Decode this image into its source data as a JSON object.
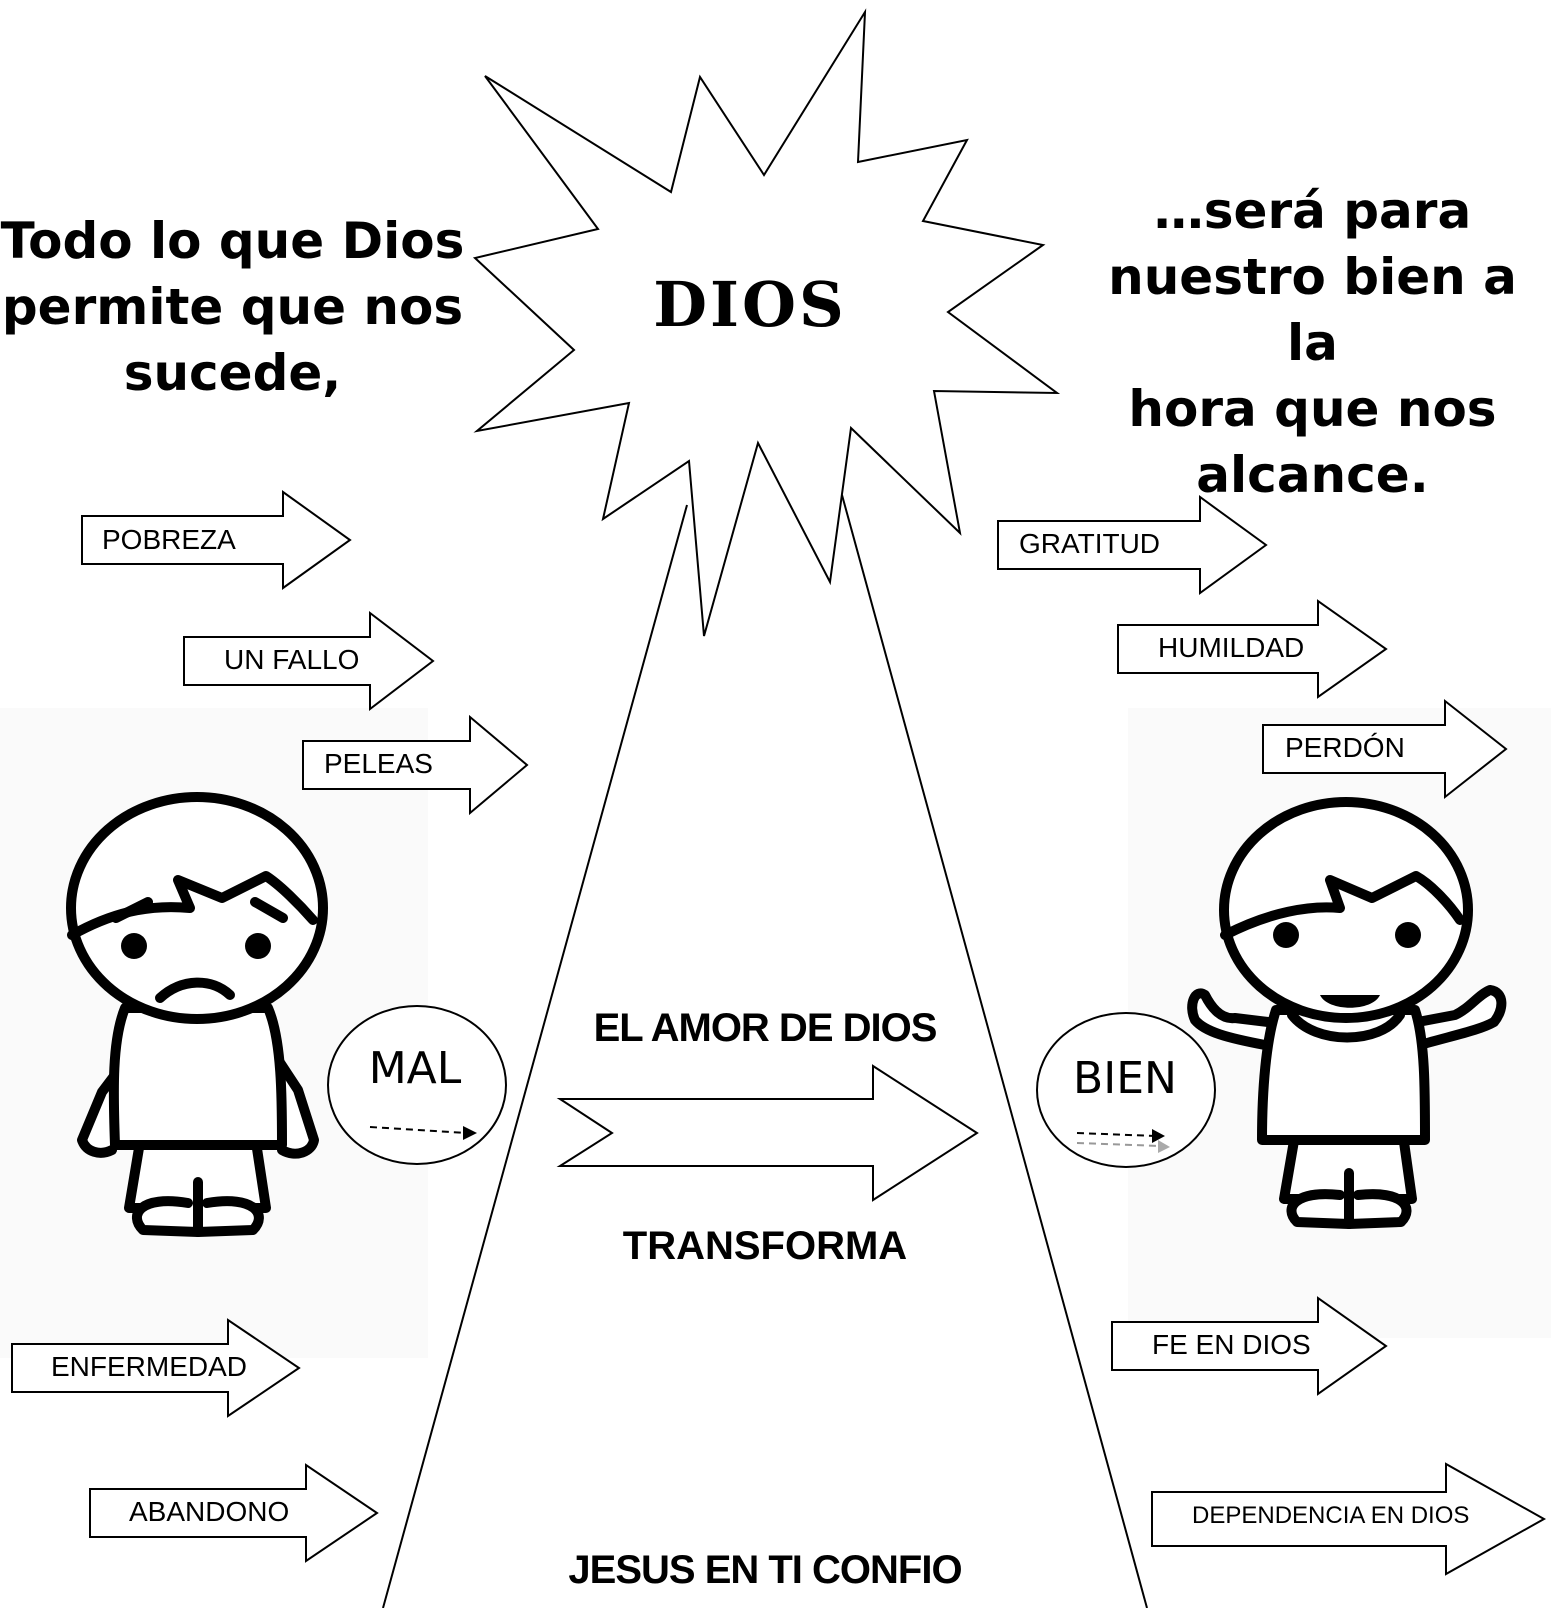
{
  "center": {
    "title": "DIOS"
  },
  "left_text": {
    "line1": "Todo lo que Dios",
    "line2": "permite que nos",
    "line3": "sucede,"
  },
  "right_text": {
    "line1": "…será para",
    "line2": "nuestro bien a la",
    "line3": "hora que nos",
    "line4": "alcance."
  },
  "left_arrows": [
    "POBREZA",
    "UN FALLO",
    "PELEAS",
    "ENFERMEDAD",
    "ABANDONO"
  ],
  "right_arrows": [
    "GRATITUD",
    "HUMILDAD",
    "PERDÓN",
    "FE EN DIOS",
    "DEPENDENCIA EN DIOS"
  ],
  "mal_label": "MAL",
  "bien_label": "BIEN",
  "love_title": "EL AMOR DE DIOS",
  "transform_label": "TRANSFORMA",
  "footer": "JESUS EN TI CONFIO"
}
